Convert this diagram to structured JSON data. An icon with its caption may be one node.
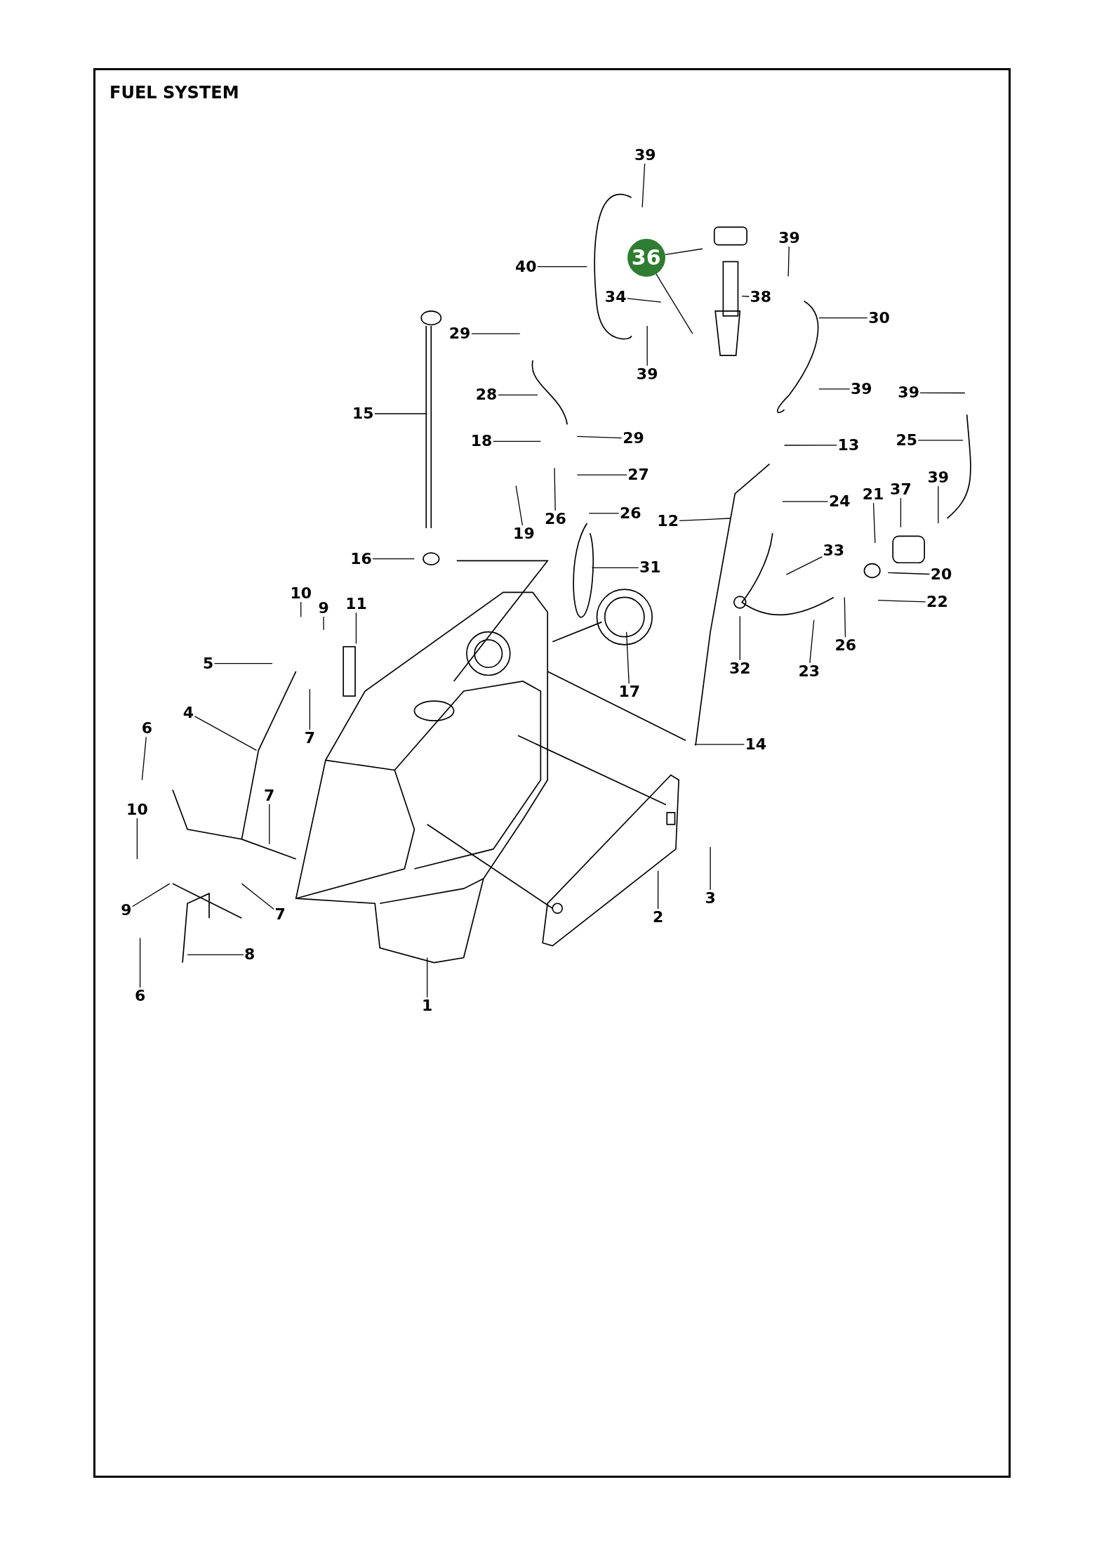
{
  "diagram": {
    "title": "FUEL SYSTEM",
    "nodes": [
      {
        "text": [
          "39"
        ]
      },
      {
        "text": [
          "40"
        ]
      },
      {
        "text": [
          "36"
        ]
      },
      {
        "text": [
          "39"
        ]
      },
      {
        "text": [
          "34"
        ]
      },
      {
        "text": [
          "38"
        ]
      },
      {
        "text": [
          "30"
        ]
      },
      {
        "text": [
          "29"
        ]
      },
      {
        "text": [
          "39"
        ]
      },
      {
        "text": [
          "39"
        ]
      },
      {
        "text": [
          "39"
        ]
      },
      {
        "text": [
          "15"
        ]
      },
      {
        "text": [
          "28"
        ]
      },
      {
        "text": [
          "29"
        ]
      },
      {
        "text": [
          "25"
        ]
      },
      {
        "text": [
          "18"
        ]
      },
      {
        "text": [
          "13"
        ]
      },
      {
        "text": [
          "27"
        ]
      },
      {
        "text": [
          "39"
        ]
      },
      {
        "text": [
          "21"
        ]
      },
      {
        "text": [
          "37"
        ]
      },
      {
        "text": [
          "24"
        ]
      },
      {
        "text": [
          "26"
        ]
      },
      {
        "text": [
          "26"
        ]
      },
      {
        "text": [
          "19"
        ]
      },
      {
        "text": [
          "12"
        ]
      },
      {
        "text": [
          "33"
        ]
      },
      {
        "text": [
          "16"
        ]
      },
      {
        "text": [
          "31"
        ]
      },
      {
        "text": [
          "20"
        ]
      },
      {
        "text": [
          "10"
        ]
      },
      {
        "text": [
          "9"
        ]
      },
      {
        "text": [
          "11"
        ]
      },
      {
        "text": [
          "22"
        ]
      },
      {
        "text": [
          "26"
        ]
      },
      {
        "text": [
          "5"
        ]
      },
      {
        "text": [
          "32"
        ]
      },
      {
        "text": [
          "23"
        ]
      },
      {
        "text": [
          "17"
        ]
      },
      {
        "text": [
          "4"
        ]
      },
      {
        "text": [
          "7"
        ]
      },
      {
        "text": [
          "6"
        ]
      },
      {
        "text": [
          "14"
        ]
      },
      {
        "text": [
          "7"
        ]
      },
      {
        "text": [
          "10"
        ]
      },
      {
        "text": [
          "3"
        ]
      },
      {
        "text": [
          "9"
        ]
      },
      {
        "text": [
          "7"
        ]
      },
      {
        "text": [
          "2"
        ]
      },
      {
        "text": [
          "8"
        ]
      },
      {
        "text": [
          "6"
        ]
      },
      {
        "text": [
          "1"
        ]
      }
    ],
    "edges": [
      {
        "from": 0,
        "to": null,
        "arrow": "none"
      },
      {
        "from": 1,
        "to": null,
        "arrow": "none"
      },
      {
        "from": 2,
        "to": null,
        "arrow": "none"
      },
      {
        "from": 2,
        "to": null,
        "arrow": "none"
      },
      {
        "from": 3,
        "to": null,
        "arrow": "none"
      },
      {
        "from": 4,
        "to": null,
        "arrow": "none"
      },
      {
        "from": 5,
        "to": null,
        "arrow": "none"
      },
      {
        "from": 6,
        "to": null,
        "arrow": "none"
      },
      {
        "from": 7,
        "to": null,
        "arrow": "none"
      },
      {
        "from": 8,
        "to": null,
        "arrow": "none"
      },
      {
        "from": 9,
        "to": null,
        "arrow": "none"
      },
      {
        "from": 10,
        "to": null,
        "arrow": "none"
      },
      {
        "from": 11,
        "to": null,
        "arrow": "none"
      },
      {
        "from": 12,
        "to": null,
        "arrow": "none"
      },
      {
        "from": 13,
        "to": null,
        "arrow": "none"
      },
      {
        "from": 14,
        "to": null,
        "arrow": "none"
      },
      {
        "from": 15,
        "to": null,
        "arrow": "none"
      },
      {
        "from": 16,
        "to": null,
        "arrow": "none"
      },
      {
        "from": 17,
        "to": null,
        "arrow": "none"
      },
      {
        "from": 18,
        "to": null,
        "arrow": "none"
      },
      {
        "from": 19,
        "to": null,
        "arrow": "none"
      },
      {
        "from": 20,
        "to": null,
        "arrow": "none"
      },
      {
        "from": 21,
        "to": null,
        "arrow": "none"
      },
      {
        "from": 22,
        "to": null,
        "arrow": "none"
      },
      {
        "from": 23,
        "to": null,
        "arrow": "none"
      },
      {
        "from": 24,
        "to": null,
        "arrow": "none"
      },
      {
        "from": 25,
        "to": null,
        "arrow": "none"
      },
      {
        "from": 26,
        "to": null,
        "arrow": "none"
      },
      {
        "from": 27,
        "to": null,
        "arrow": "none"
      },
      {
        "from": 28,
        "to": null,
        "arrow": "none"
      },
      {
        "from": 29,
        "to": null,
        "arrow": "none"
      },
      {
        "from": 30,
        "to": null,
        "arrow": "none"
      },
      {
        "from": 31,
        "to": null,
        "arrow": "none"
      },
      {
        "from": 32,
        "to": null,
        "arrow": "none"
      },
      {
        "from": 33,
        "to": null,
        "arrow": "none"
      },
      {
        "from": 34,
        "to": null,
        "arrow": "none"
      },
      {
        "from": 35,
        "to": null,
        "arrow": "none"
      },
      {
        "from": 36,
        "to": null,
        "arrow": "none"
      },
      {
        "from": 37,
        "to": null,
        "arrow": "none"
      },
      {
        "from": 38,
        "to": null,
        "arrow": "none"
      },
      {
        "from": 39,
        "to": null,
        "arrow": "none"
      },
      {
        "from": 40,
        "to": null,
        "arrow": "none"
      },
      {
        "from": 41,
        "to": null,
        "arrow": "none"
      },
      {
        "from": 42,
        "to": null,
        "arrow": "none"
      },
      {
        "from": 43,
        "to": null,
        "arrow": "none"
      },
      {
        "from": 44,
        "to": null,
        "arrow": "none"
      },
      {
        "from": 45,
        "to": null,
        "arrow": "none"
      },
      {
        "from": 46,
        "to": null,
        "arrow": "none"
      },
      {
        "from": 47,
        "to": null,
        "arrow": "none"
      },
      {
        "from": 48,
        "to": null,
        "arrow": "none"
      },
      {
        "from": 49,
        "to": null,
        "arrow": "none"
      },
      {
        "from": 50,
        "to": null,
        "arrow": "none"
      },
      {
        "from": 51,
        "to": null,
        "arrow": "none"
      }
    ]
  }
}
